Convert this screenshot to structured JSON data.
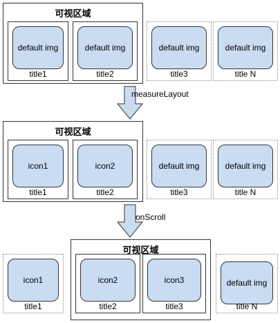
{
  "visible_area_label": "可视区域",
  "placeholder_text": "default img",
  "steps": [
    {
      "items": [
        {
          "content": "default img",
          "title": "title1"
        },
        {
          "content": "default img",
          "title": "title2"
        },
        {
          "content": "default img",
          "title": "title3"
        },
        {
          "content": "default img",
          "title": "title N"
        }
      ]
    },
    {
      "items": [
        {
          "content": "icon1",
          "title": "title1"
        },
        {
          "content": "icon2",
          "title": "title2"
        },
        {
          "content": "default img",
          "title": "title3"
        },
        {
          "content": "default img",
          "title": "title N"
        }
      ]
    },
    {
      "items": [
        {
          "content": "icon1",
          "title": "title1"
        },
        {
          "content": "icon2",
          "title": "title2"
        },
        {
          "content": "icon3",
          "title": "title3"
        },
        {
          "content": "default img",
          "title": "title N"
        }
      ]
    }
  ],
  "arrows": [
    {
      "label": "measureLayout"
    },
    {
      "label": "onScroll"
    }
  ],
  "colors": {
    "image_fill": "#c9dcf1",
    "arrow_fill": "#c9dcf1",
    "border": "#333333"
  }
}
